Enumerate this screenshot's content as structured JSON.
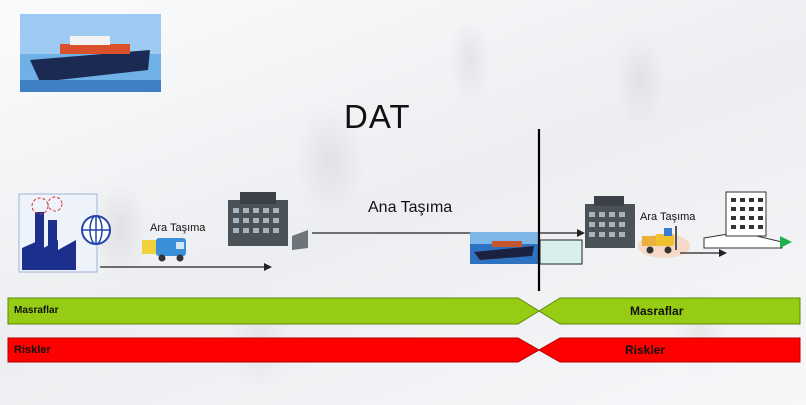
{
  "title": "DAT",
  "main_transport_label": "Ana Taşıma",
  "pre_transport_label": "Ara Taşıma",
  "on_transport_label": "Ara Taşıma",
  "bars": {
    "costs_left": "Masraflar",
    "costs_right": "Masraflar",
    "risks_left": "Riskler",
    "risks_right": "Riskler"
  },
  "colors": {
    "costs_bar": "#96cc14",
    "risks_bar": "#ff0000",
    "divider": "#000000"
  },
  "icons": [
    "cargo-ship-photo",
    "factory-globe-icon",
    "delivery-truck-icon",
    "terminal-building-icon",
    "cargo-ship-icon",
    "forklift-icon",
    "warehouse-building-icon"
  ]
}
